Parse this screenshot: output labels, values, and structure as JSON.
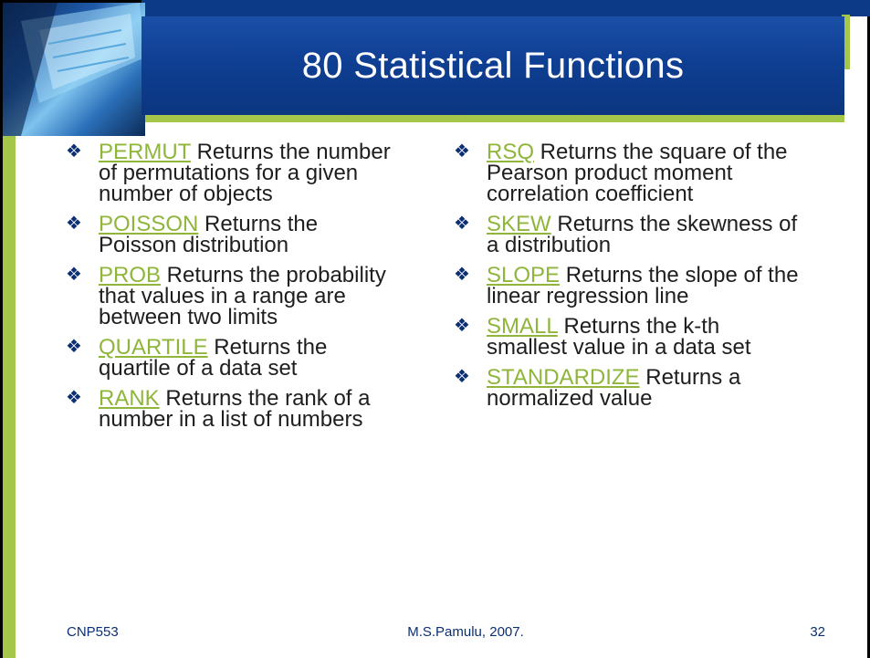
{
  "title": "80 Statistical Functions",
  "left_column": [
    {
      "name": "PERMUT",
      "description": " Returns the number of permutations for a given number of objects"
    },
    {
      "name": "POISSON",
      "description": " Returns the Poisson distribution"
    },
    {
      "name": "PROB",
      "description": " Returns the probability that values in a range are between two limits"
    },
    {
      "name": "QUARTILE",
      "description": " Returns the quartile of a data set"
    },
    {
      "name": "RANK",
      "description": " Returns the rank of a number in a list of numbers"
    }
  ],
  "right_column": [
    {
      "name": "RSQ",
      "description": " Returns the square of the Pearson product moment correlation coefficient"
    },
    {
      "name": "SKEW",
      "description": " Returns the skewness of a distribution"
    },
    {
      "name": "SLOPE",
      "description": " Returns the slope of the linear regression line"
    },
    {
      "name": "SMALL",
      "description": " Returns the k-th smallest value in a data set"
    },
    {
      "name": "STANDARDIZE",
      "description": " Returns a normalized value"
    }
  ],
  "bullet_symbol": "❖",
  "footer": {
    "left": "CNP553",
    "center": "M.S.Pamulu, 2007.",
    "right": "32"
  },
  "colors": {
    "title_banner": "#0f3f93",
    "accent_green": "#a4c64a",
    "link_green": "#8fb63b",
    "body_text": "#1e1e1e",
    "footer_text": "#0b2f72"
  },
  "icons": {
    "bullet": "diamond-bullet-icon",
    "photo": "monitor-photo"
  }
}
